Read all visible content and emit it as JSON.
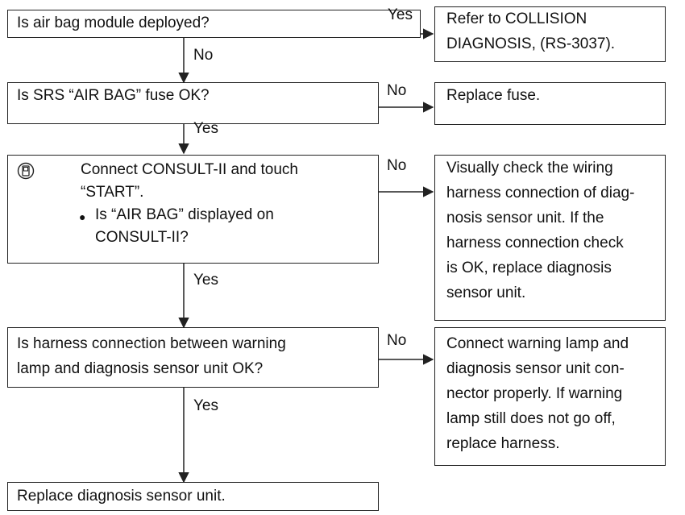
{
  "steps": {
    "q1": {
      "text": "Is air bag module deployed?"
    },
    "q2": {
      "text": "Is SRS “AIR BAG” fuse OK?"
    },
    "q3": {
      "line1": "Connect CONSULT-II and touch",
      "line2": "“START”.",
      "bullet_line1": "Is “AIR BAG” displayed on",
      "bullet_line2": "CONSULT-II?"
    },
    "q4": {
      "line1": "Is harness connection between warning",
      "line2": "lamp and diagnosis sensor unit OK?"
    },
    "final": {
      "text": "Replace diagnosis sensor unit."
    }
  },
  "results": {
    "r1": {
      "line1": "Refer to COLLISION",
      "line2": "DIAGNOSIS, (RS-3037)."
    },
    "r2": {
      "line1": "Replace fuse."
    },
    "r3": {
      "line1": "Visually check the wiring",
      "line2": "harness connection of diag-",
      "line3": "nosis sensor unit. If the",
      "line4": "harness connection check",
      "line5": "is OK, replace diagnosis",
      "line6": "sensor unit."
    },
    "r4": {
      "line1": "Connect warning lamp and",
      "line2": "diagnosis sensor unit con-",
      "line3": "nector properly. If warning",
      "line4": "lamp still does not go off,",
      "line5": "replace harness."
    }
  },
  "branches": {
    "q1_yes": "Yes",
    "q1_no": "No",
    "q2_no": "No",
    "q2_yes": "Yes",
    "q3_no": "No",
    "q3_yes": "Yes",
    "q4_no": "No",
    "q4_yes": "Yes"
  },
  "icons": {
    "consult": "consult-tester-icon",
    "bullet": "●"
  }
}
